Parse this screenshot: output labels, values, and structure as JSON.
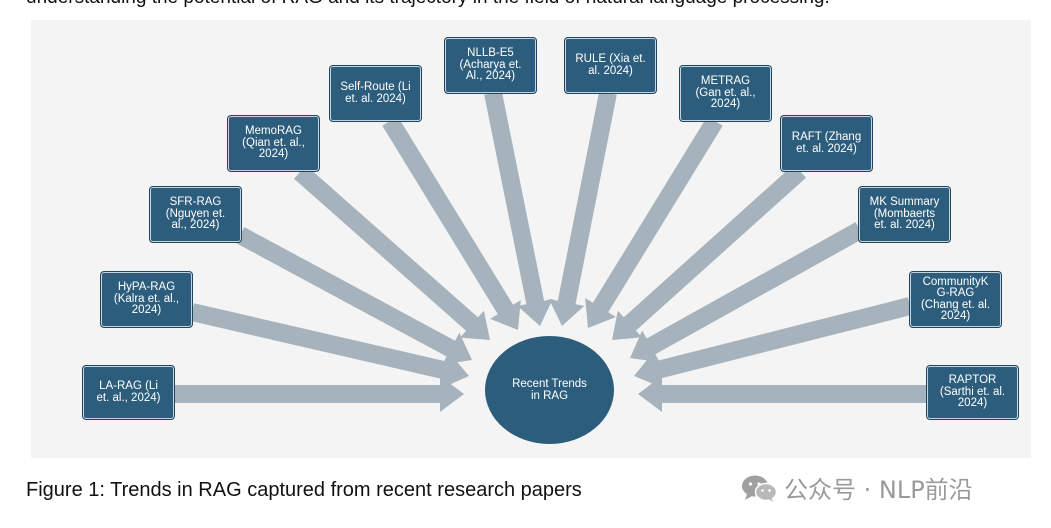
{
  "top_text": "understanding the potential of RAG and its trajectory in the field of natural language processing.",
  "center_label": "Recent Trends\nin RAG",
  "nodes": [
    {
      "label": "LA-RAG (Li\net. al., 2024)"
    },
    {
      "label": "HyPA-RAG\n(Kalra et. al.,\n2024)"
    },
    {
      "label": "SFR-RAG\n(Nguyen et.\nal., 2024)"
    },
    {
      "label": "MemoRAG\n(Qian et. al.,\n2024)"
    },
    {
      "label": "Self-Route (Li\net. al. 2024)"
    },
    {
      "label": "NLLB-E5\n(Acharya et.\nAl., 2024)"
    },
    {
      "label": "RULE (Xia et.\nal. 2024)"
    },
    {
      "label": "METRAG\n(Gan et. al.,\n2024)"
    },
    {
      "label": "RAFT (Zhang\net. al. 2024)"
    },
    {
      "label": "MK Summary\n(Mombaerts\net. al. 2024)"
    },
    {
      "label": "CommunityK\nG-RAG\n(Chang et. al.\n2024)"
    },
    {
      "label": "RAPTOR\n(Sarthi et. al.\n2024)"
    }
  ],
  "caption": "Figure 1: Trends in RAG captured from recent research papers",
  "watermark": "公众号 · NLP前沿",
  "colors": {
    "node_fill": "#2c5d7c",
    "arrow_fill": "#a6b3bd",
    "panel_bg": "#f4f4f4"
  },
  "icons": {
    "watermark_icon": "wechat-icon"
  }
}
